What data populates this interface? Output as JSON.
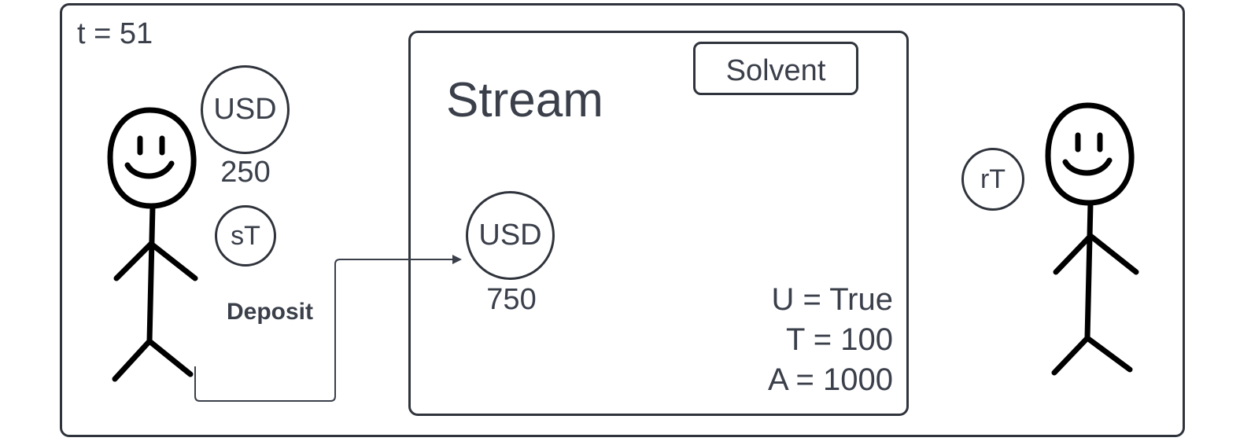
{
  "time_label": "t = 51",
  "stream": {
    "title": "Stream",
    "status": "Solvent",
    "token": "USD",
    "balance": "750",
    "params": [
      "U = True",
      "T = 100",
      "A = 1000"
    ]
  },
  "sender": {
    "token": "USD",
    "balance": "250",
    "stream_token": "sT"
  },
  "recipient": {
    "stream_token": "rT"
  },
  "action": {
    "label": "Deposit"
  }
}
